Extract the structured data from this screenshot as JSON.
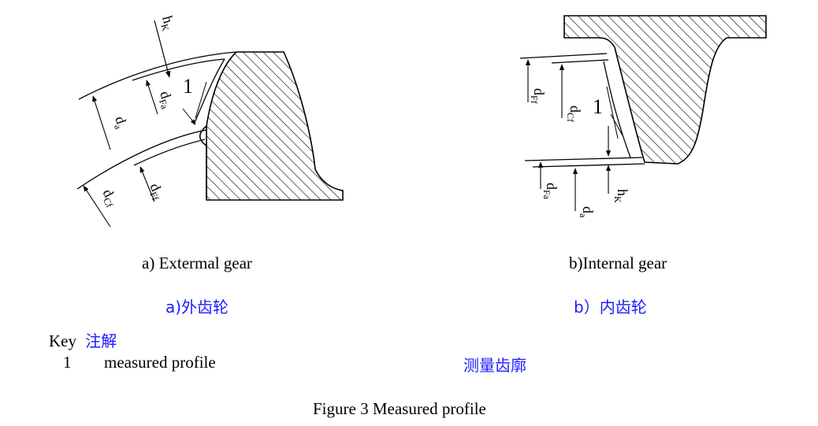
{
  "external_gear": {
    "caption": "a) Extermal gear",
    "caption_cn": "a)外齿轮",
    "labels": {
      "h": "h",
      "h_sub": "K",
      "d_fa": "d",
      "d_fa_sub": "Fa",
      "d_a": "d",
      "d_a_sub": "a",
      "d_cf": "d",
      "d_cf_sub": "Cf",
      "d_ff": "d",
      "d_ff_sub": "Ff",
      "one": "1"
    }
  },
  "internal_gear": {
    "caption": "b)Internal gear",
    "caption_cn": "b）内齿轮",
    "labels": {
      "d_ff": "d",
      "d_ff_sub": "Ff",
      "d_cf": "d",
      "d_cf_sub": "Cf",
      "one": "1",
      "d_fa": "d",
      "d_fa_sub": "Fa",
      "d_a": "d",
      "d_a_sub": "a",
      "h": "h",
      "h_sub": "K"
    }
  },
  "key": {
    "title": "Key",
    "title_cn": "注解",
    "items": [
      {
        "number": "1",
        "text": "measured profile",
        "text_cn": "测量齿廓"
      }
    ]
  },
  "figure_caption": "Figure 3 Measured profile"
}
